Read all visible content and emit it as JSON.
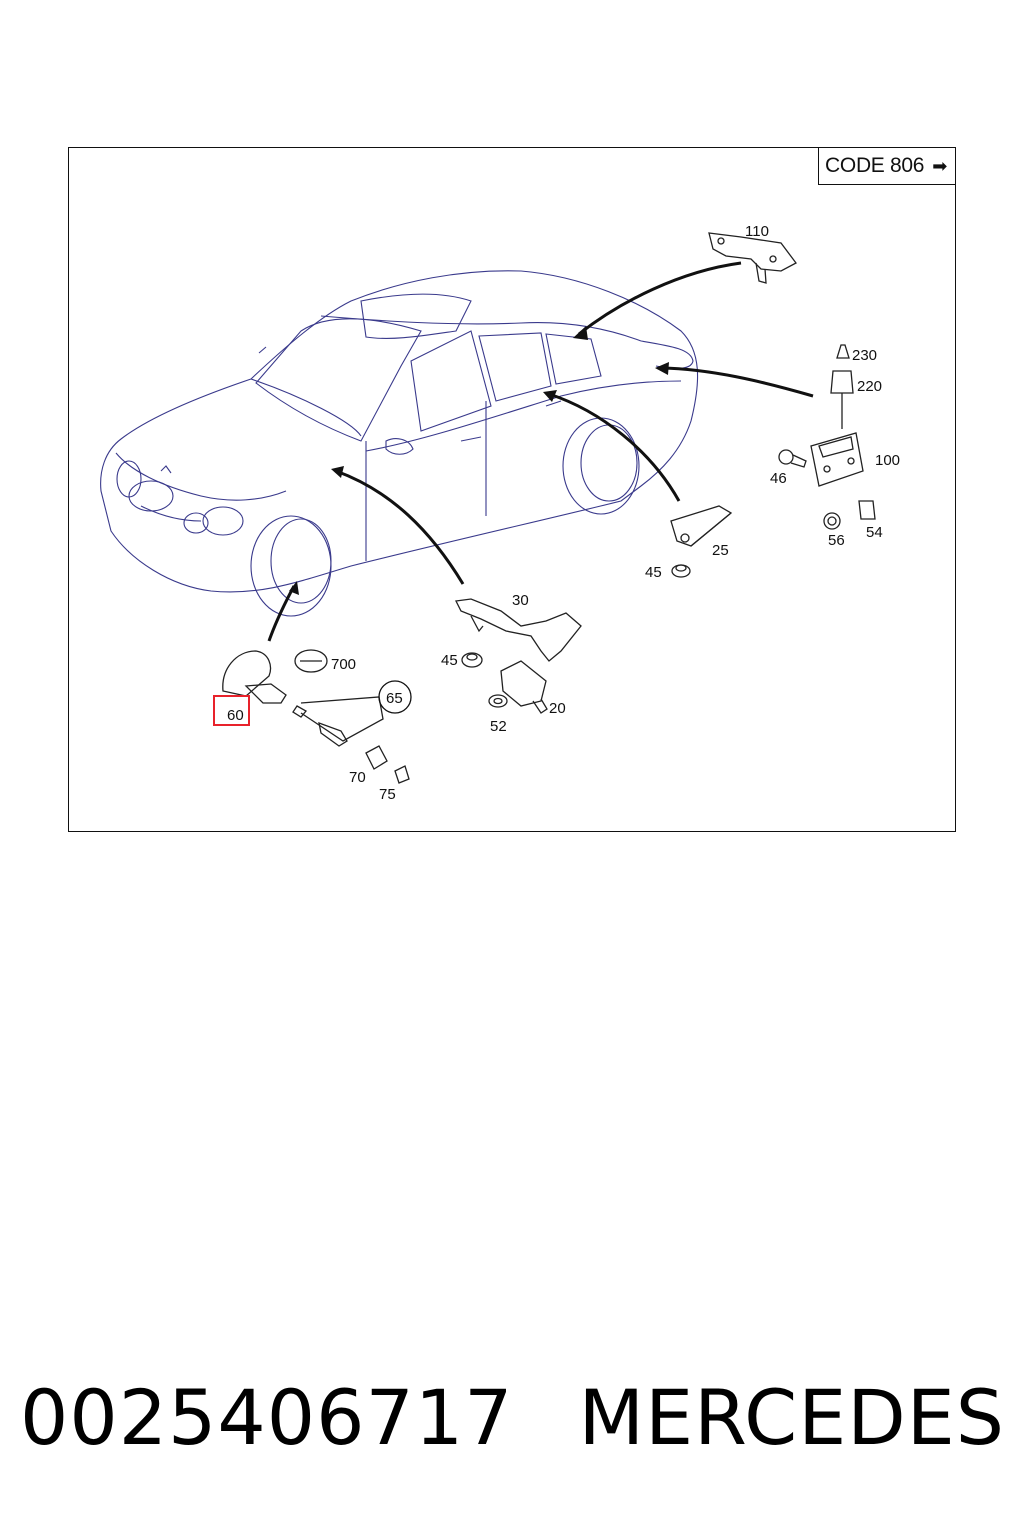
{
  "code_box": {
    "label": "CODE 806",
    "arrow_icon": "right-arrow-icon"
  },
  "part_labels": {
    "p110": "110",
    "p230": "230",
    "p220": "220",
    "p100": "100",
    "p46": "46",
    "p56": "56",
    "p54": "54",
    "p25": "25",
    "p45a": "45",
    "p30": "30",
    "p45b": "45",
    "p52": "52",
    "p20": "20",
    "p700": "700",
    "p65": "65",
    "p60": "60",
    "p70": "70",
    "p75": "75"
  },
  "highlight": {
    "part": "60",
    "color": "#e8222b"
  },
  "caption": {
    "part_number": "0025406717",
    "brand": "MERCEDES"
  },
  "colors": {
    "line_art": "#3a3a8c",
    "outline": "#111111"
  }
}
